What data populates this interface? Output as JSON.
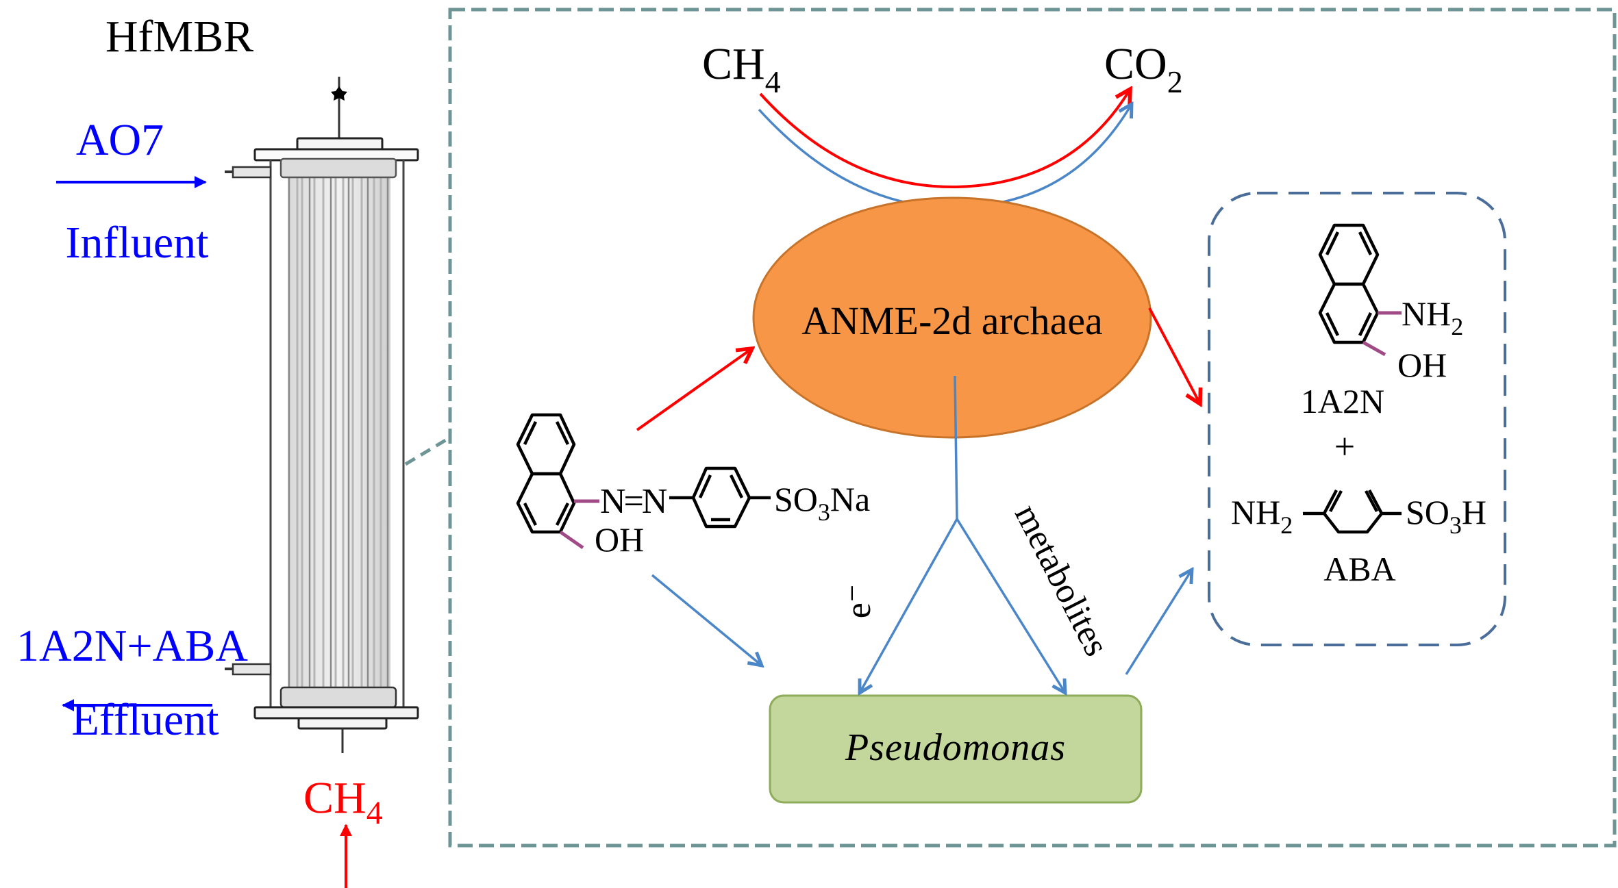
{
  "title": "HfMBR",
  "reactor": {
    "influent_compound": "AO7",
    "influent_label": "Influent",
    "effluent_compound": "1A2N+ABA",
    "effluent_label": "Effluent",
    "gas_feed": {
      "base": "CH",
      "subscript": "4"
    }
  },
  "mechanism": {
    "methane": {
      "base": "CH",
      "subscript": "4"
    },
    "carbon_dioxide": {
      "base": "CO",
      "subscript": "2"
    },
    "archaea_label": "ANME-2d archaea",
    "bacteria_label": "Pseudomonas",
    "electron_label": "e⁻",
    "metabolites_label": "metabolites",
    "ao7_structure": {
      "azo_label": "N=N",
      "sulfonate": {
        "base": "SO",
        "subscript": "3",
        "suffix": "Na"
      },
      "hydroxyl": "OH"
    },
    "products": {
      "product1": {
        "amine": {
          "base": "NH",
          "subscript": "2"
        },
        "hydroxyl": "OH",
        "name": "1A2N"
      },
      "plus": "+",
      "product2": {
        "amine": {
          "base": "NH",
          "subscript": "2"
        },
        "sulfonate": {
          "base": "SO",
          "subscript": "3",
          "suffix": "H"
        },
        "name": "ABA"
      }
    }
  },
  "colors": {
    "influent_effluent": "#0000ff",
    "methane_feed": "#ff0000",
    "anme_pathway": "#ff0000",
    "bacteria_pathway": "#4a86c8",
    "archaea_fill": "#f79646",
    "archaea_stroke": "#c8732a",
    "bacteria_fill": "#c3d69b",
    "bacteria_stroke": "#8eac5a",
    "outer_frame": "#6e9596",
    "product_frame": "#4a6d99",
    "substituent_bond": "#a04a86"
  }
}
